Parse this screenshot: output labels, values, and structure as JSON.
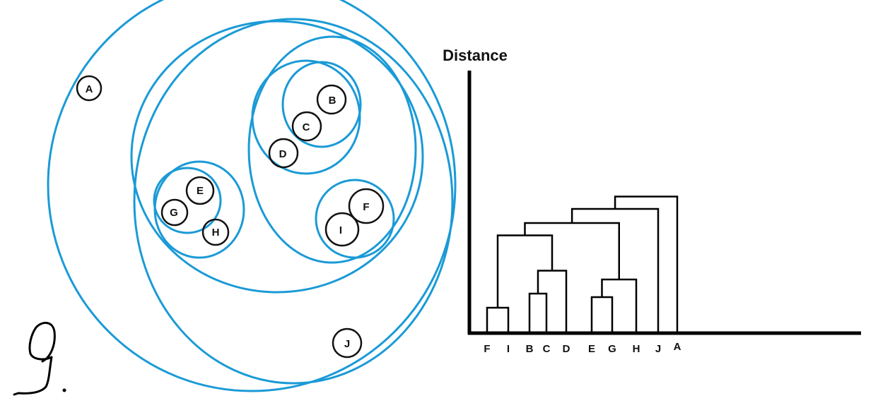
{
  "venn": {
    "points": [
      {
        "id": "A",
        "label": "A"
      },
      {
        "id": "B",
        "label": "B"
      },
      {
        "id": "C",
        "label": "C"
      },
      {
        "id": "D",
        "label": "D"
      },
      {
        "id": "E",
        "label": "E"
      },
      {
        "id": "F",
        "label": "F"
      },
      {
        "id": "G",
        "label": "G"
      },
      {
        "id": "H",
        "label": "H"
      },
      {
        "id": "I",
        "label": "I"
      },
      {
        "id": "J",
        "label": "J"
      }
    ],
    "clusters": [
      {
        "id": "BC",
        "members": [
          "B",
          "C"
        ]
      },
      {
        "id": "BCD",
        "members": [
          "B",
          "C",
          "D"
        ]
      },
      {
        "id": "EG",
        "members": [
          "E",
          "G"
        ]
      },
      {
        "id": "EGH",
        "members": [
          "E",
          "G",
          "H"
        ]
      },
      {
        "id": "FI",
        "members": [
          "F",
          "I"
        ]
      },
      {
        "id": "BCDFI",
        "members": [
          "B",
          "C",
          "D",
          "F",
          "I"
        ]
      },
      {
        "id": "BCDEFGHI",
        "members": [
          "B",
          "C",
          "D",
          "E",
          "F",
          "G",
          "H",
          "I"
        ]
      },
      {
        "id": "BCDEFGHIJ",
        "members": [
          "B",
          "C",
          "D",
          "E",
          "F",
          "G",
          "H",
          "I",
          "J"
        ]
      },
      {
        "id": "ALL",
        "members": [
          "A",
          "B",
          "C",
          "D",
          "E",
          "F",
          "G",
          "H",
          "I",
          "J"
        ]
      }
    ]
  },
  "dendrogram": {
    "y_axis_label": "Distance",
    "leaf_order": [
      "F",
      "I",
      "B",
      "C",
      "D",
      "E",
      "G",
      "H",
      "J",
      "A"
    ],
    "merges": [
      {
        "id": "FI",
        "left": "F",
        "right": "I",
        "height": 1.4
      },
      {
        "id": "BC",
        "left": "B",
        "right": "C",
        "height": 2.2
      },
      {
        "id": "EG",
        "left": "E",
        "right": "G",
        "height": 2.0
      },
      {
        "id": "BCD",
        "left": "BC",
        "right": "D",
        "height": 3.5
      },
      {
        "id": "EGH",
        "left": "EG",
        "right": "H",
        "height": 3.0
      },
      {
        "id": "FIBCD",
        "left": "FI",
        "right": "BCD",
        "height": 5.5
      },
      {
        "id": "ALL8",
        "left": "FIBCD",
        "right": "EGH",
        "height": 6.2
      },
      {
        "id": "ALL9",
        "left": "ALL8",
        "right": "J",
        "height": 7.0
      },
      {
        "id": "ALL10",
        "left": "ALL9",
        "right": "A",
        "height": 7.7
      }
    ]
  },
  "question_number": "9."
}
